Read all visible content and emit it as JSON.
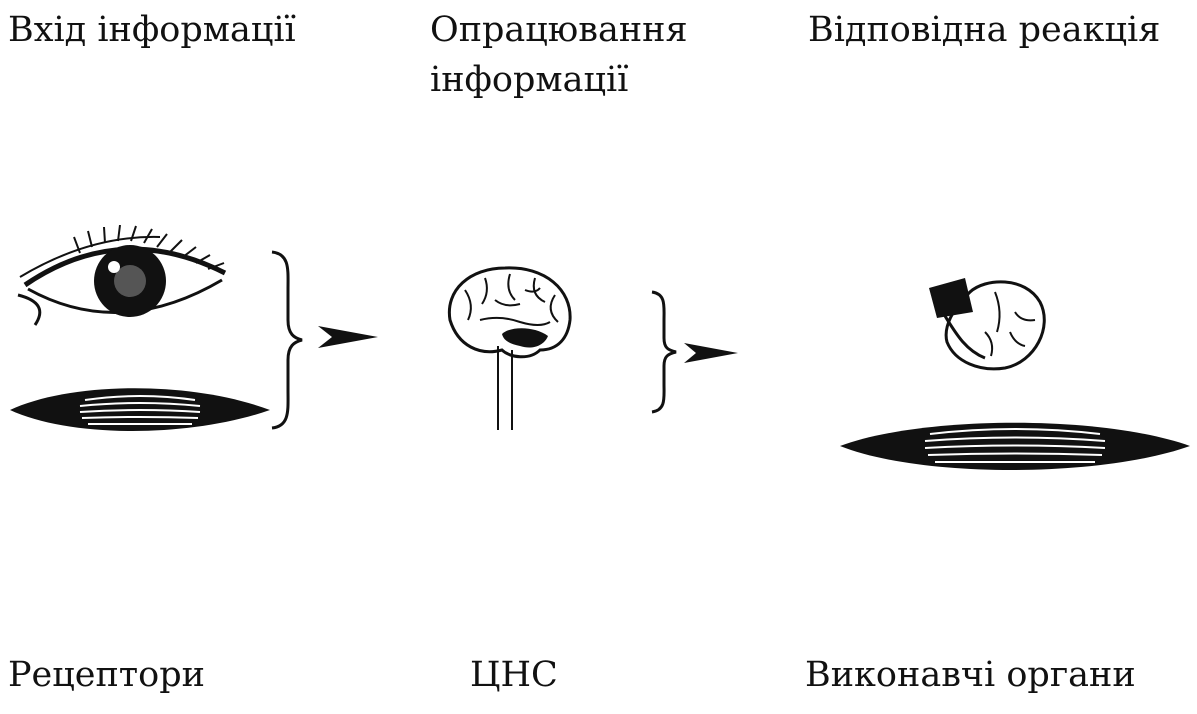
{
  "stages": {
    "input": "Вхід інформації",
    "processing": "Опрацювання інформації",
    "response": "Відповідна реакція"
  },
  "bottom": {
    "receptors": "Рецептори",
    "cns": "ЦНС",
    "effectors": "Виконавчі органи"
  },
  "icons": [
    "eye-icon",
    "muscle-icon",
    "brain-icon",
    "heart-icon",
    "arrow-icon",
    "brace-icon"
  ]
}
